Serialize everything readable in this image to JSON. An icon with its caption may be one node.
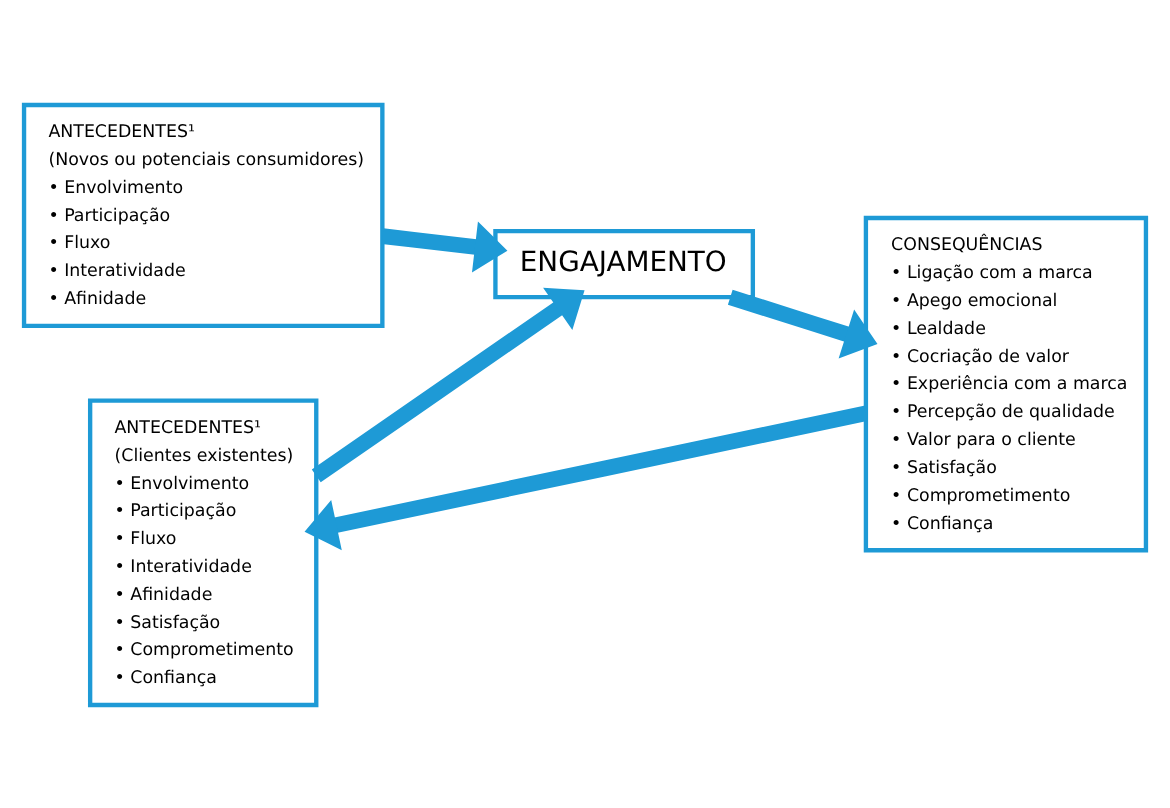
{
  "diagram": {
    "nodes": [
      {
        "text": [
          "ANTECEDENTES¹",
          "(Novos ou potenciais consumidores)",
          "• Envolvimento",
          "• Participação",
          "• Fluxo",
          "• Interatividade",
          "• Afinidade"
        ]
      },
      {
        "text": [
          "ENGAJAMENTO"
        ]
      },
      {
        "text": [
          "CONSEQUÊNCIAS",
          "• Ligação com a marca",
          "• Apego emocional",
          "• Lealdade",
          "• Cocriação de valor",
          "• Experiência com a marca",
          "• Percepção de qualidade",
          "• Valor para o cliente",
          "• Satisfação",
          "• Comprometimento",
          "• Confiança"
        ]
      },
      {
        "text": [
          "ANTECEDENTES¹",
          "(Clientes existentes)",
          "• Envolvimento",
          "• Participação",
          "• Fluxo",
          "• Interatividade",
          "• Afinidade",
          "• Satisfação",
          "• Comprometimento",
          "• Confiança"
        ]
      }
    ],
    "edges": [
      {
        "from": 0,
        "to": 1,
        "arrow": "to"
      },
      {
        "from": 3,
        "to": 1,
        "arrow": "to"
      },
      {
        "from": 1,
        "to": 2,
        "arrow": "to"
      },
      {
        "from": 2,
        "to": 3,
        "arrow": "to"
      }
    ]
  }
}
